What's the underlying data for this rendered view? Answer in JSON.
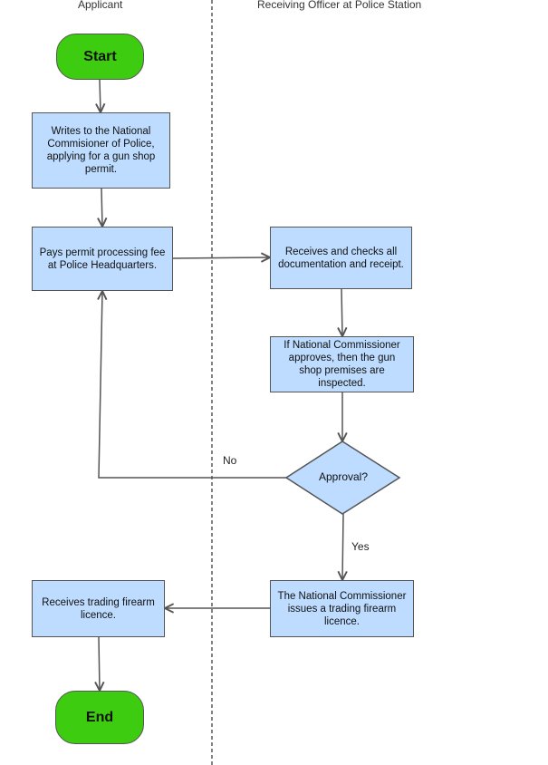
{
  "lanes": {
    "left": "Applicant",
    "right": "Receiving Officer at Police Station"
  },
  "nodes": {
    "start": "Start",
    "write": "Writes to the National Commisioner of Police, applying for a gun shop permit.",
    "pay": "Pays permit processing fee at Police Headquarters.",
    "receive": "Receives and checks all documentation and receipt.",
    "inspect": "If National Commissioner approves, then the gun shop premises are inspected.",
    "approval": "Approval?",
    "issue": "The National Commissioner issues a trading firearm licence.",
    "licence": "Receives trading firearm licence.",
    "end": "End"
  },
  "edges": {
    "no": "No",
    "yes": "Yes"
  },
  "colors": {
    "process_fill": "#bddcff",
    "terminal_fill": "#3dcc0f",
    "stroke": "#555555"
  }
}
